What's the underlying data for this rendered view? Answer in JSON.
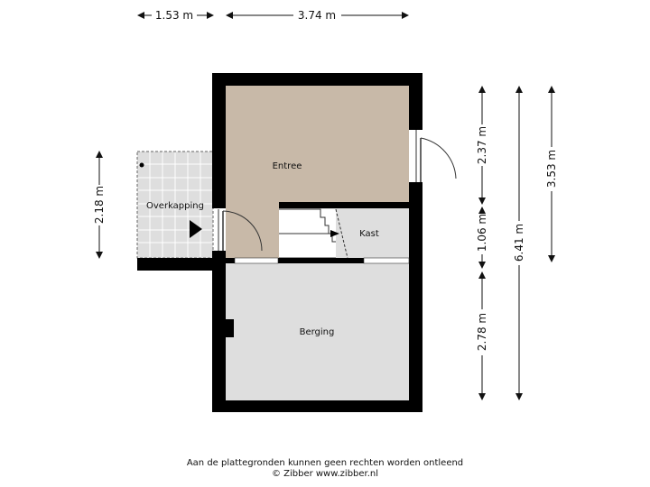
{
  "dimensions": {
    "top_left": "1.53 m",
    "top_right": "3.74 m",
    "left": "2.18 m",
    "right_upper": "2.37 m",
    "right_middle": "1.06 m",
    "right_lower": "2.78 m",
    "total_height": "6.41 m",
    "right_outer": "3.53 m"
  },
  "rooms": {
    "entree": "Entree",
    "kast": "Kast",
    "overkapping": "Overkapping",
    "berging": "Berging"
  },
  "footer": {
    "line1": "Aan de plattegronden kunnen geen rechten worden ontleend",
    "line2": "© Zibber www.zibber.nl"
  },
  "colors": {
    "wall": "#000000",
    "entree_floor": "#c8b9a8",
    "berging_floor": "#dedede",
    "kast_floor": "#dedede",
    "overkapping_floor": "#dedede"
  }
}
